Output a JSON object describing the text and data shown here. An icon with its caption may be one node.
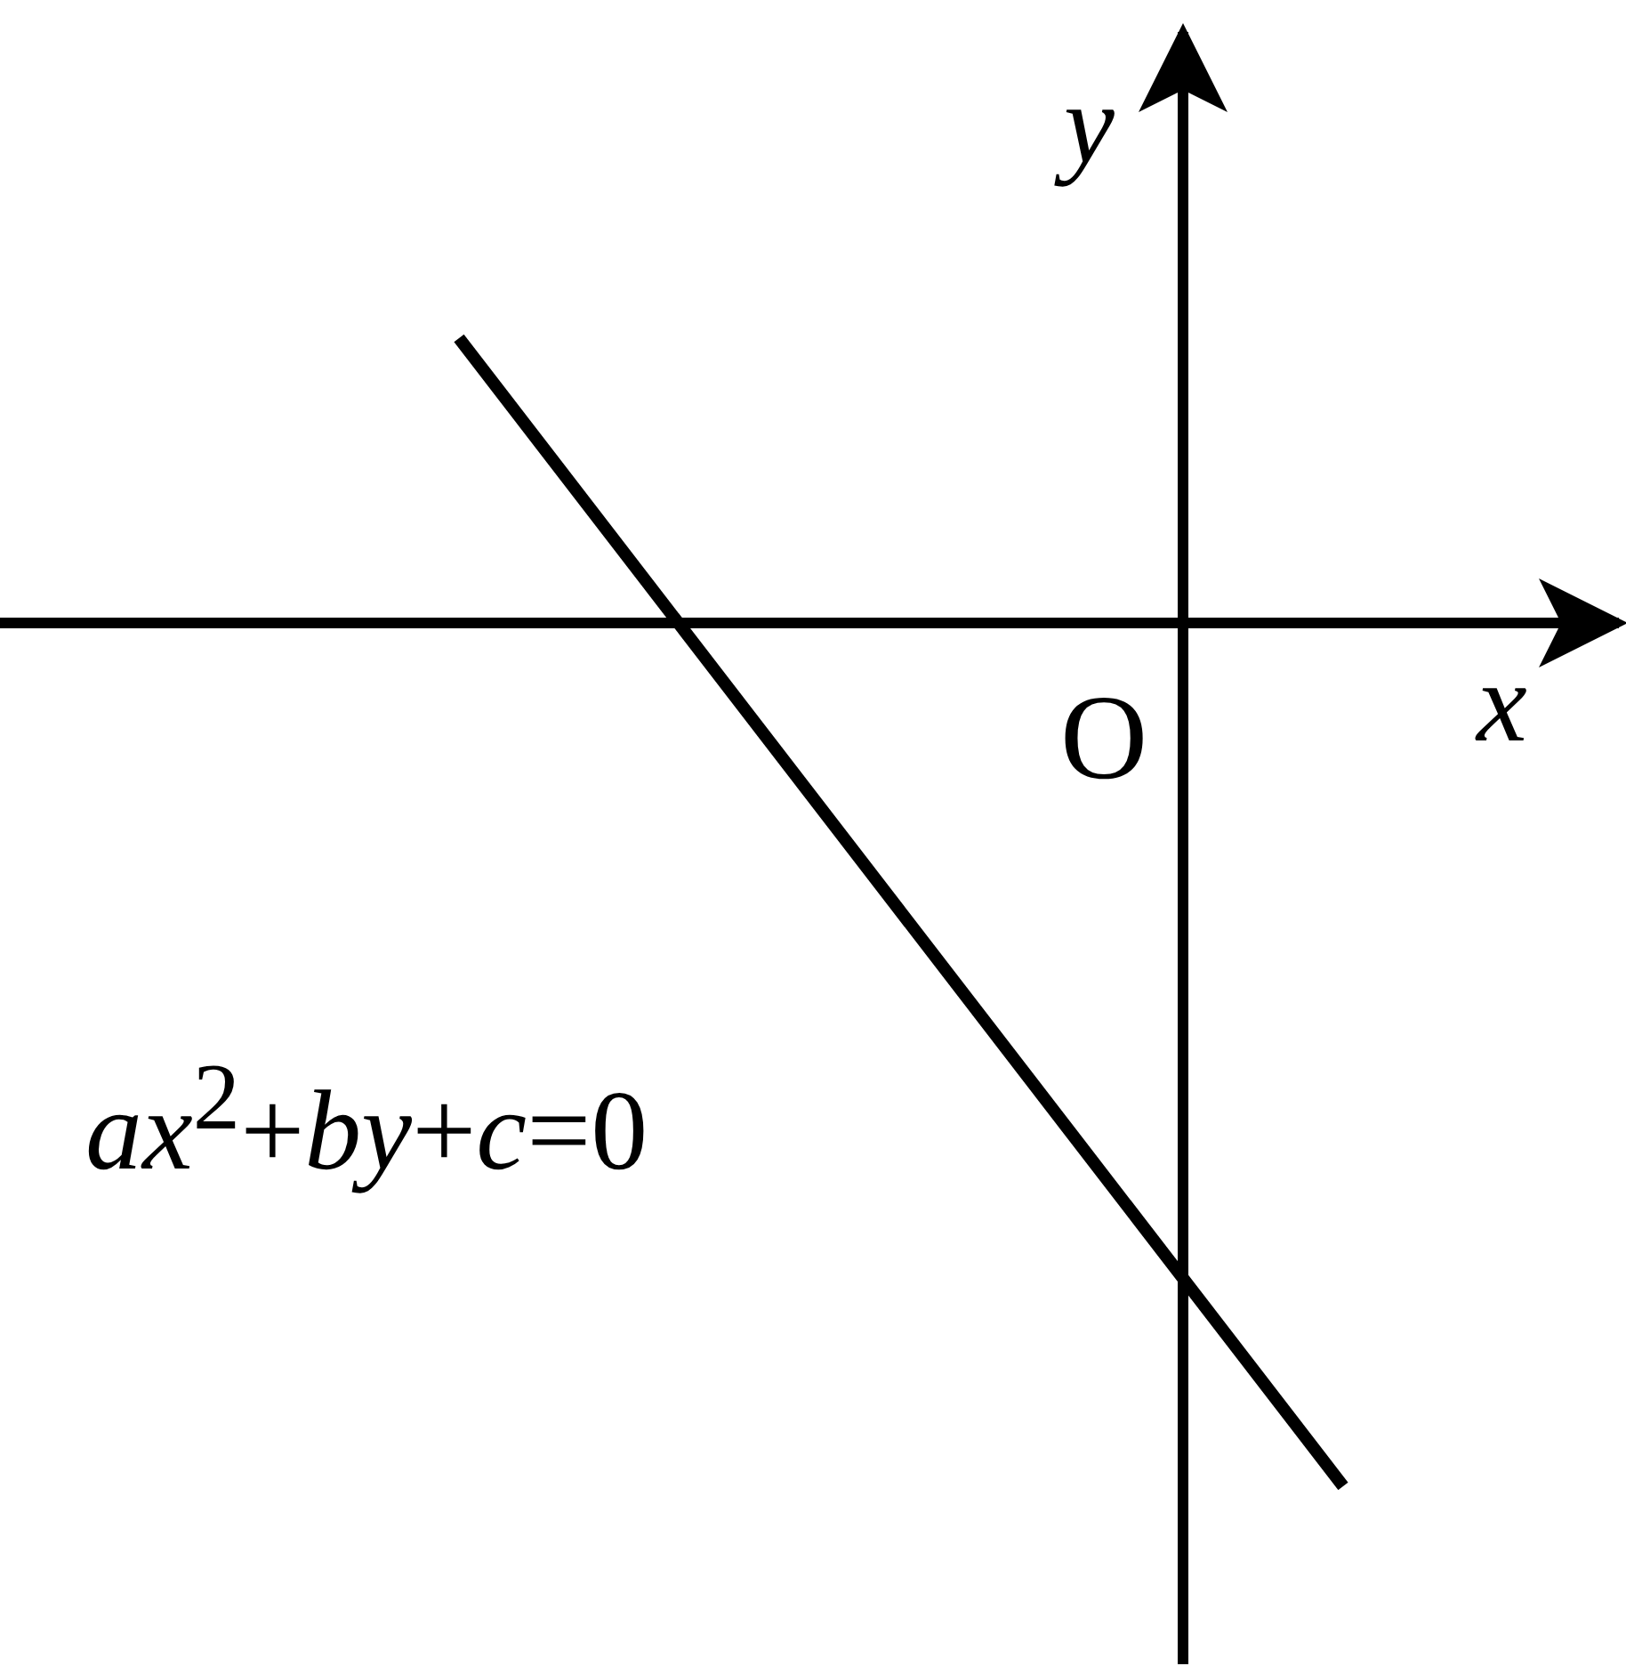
{
  "diagram": {
    "labels": [
      "*y*",
      "*x*",
      "O",
      "*ax*$^{2}$+*by*+*c*=0"
    ]
  }
}
